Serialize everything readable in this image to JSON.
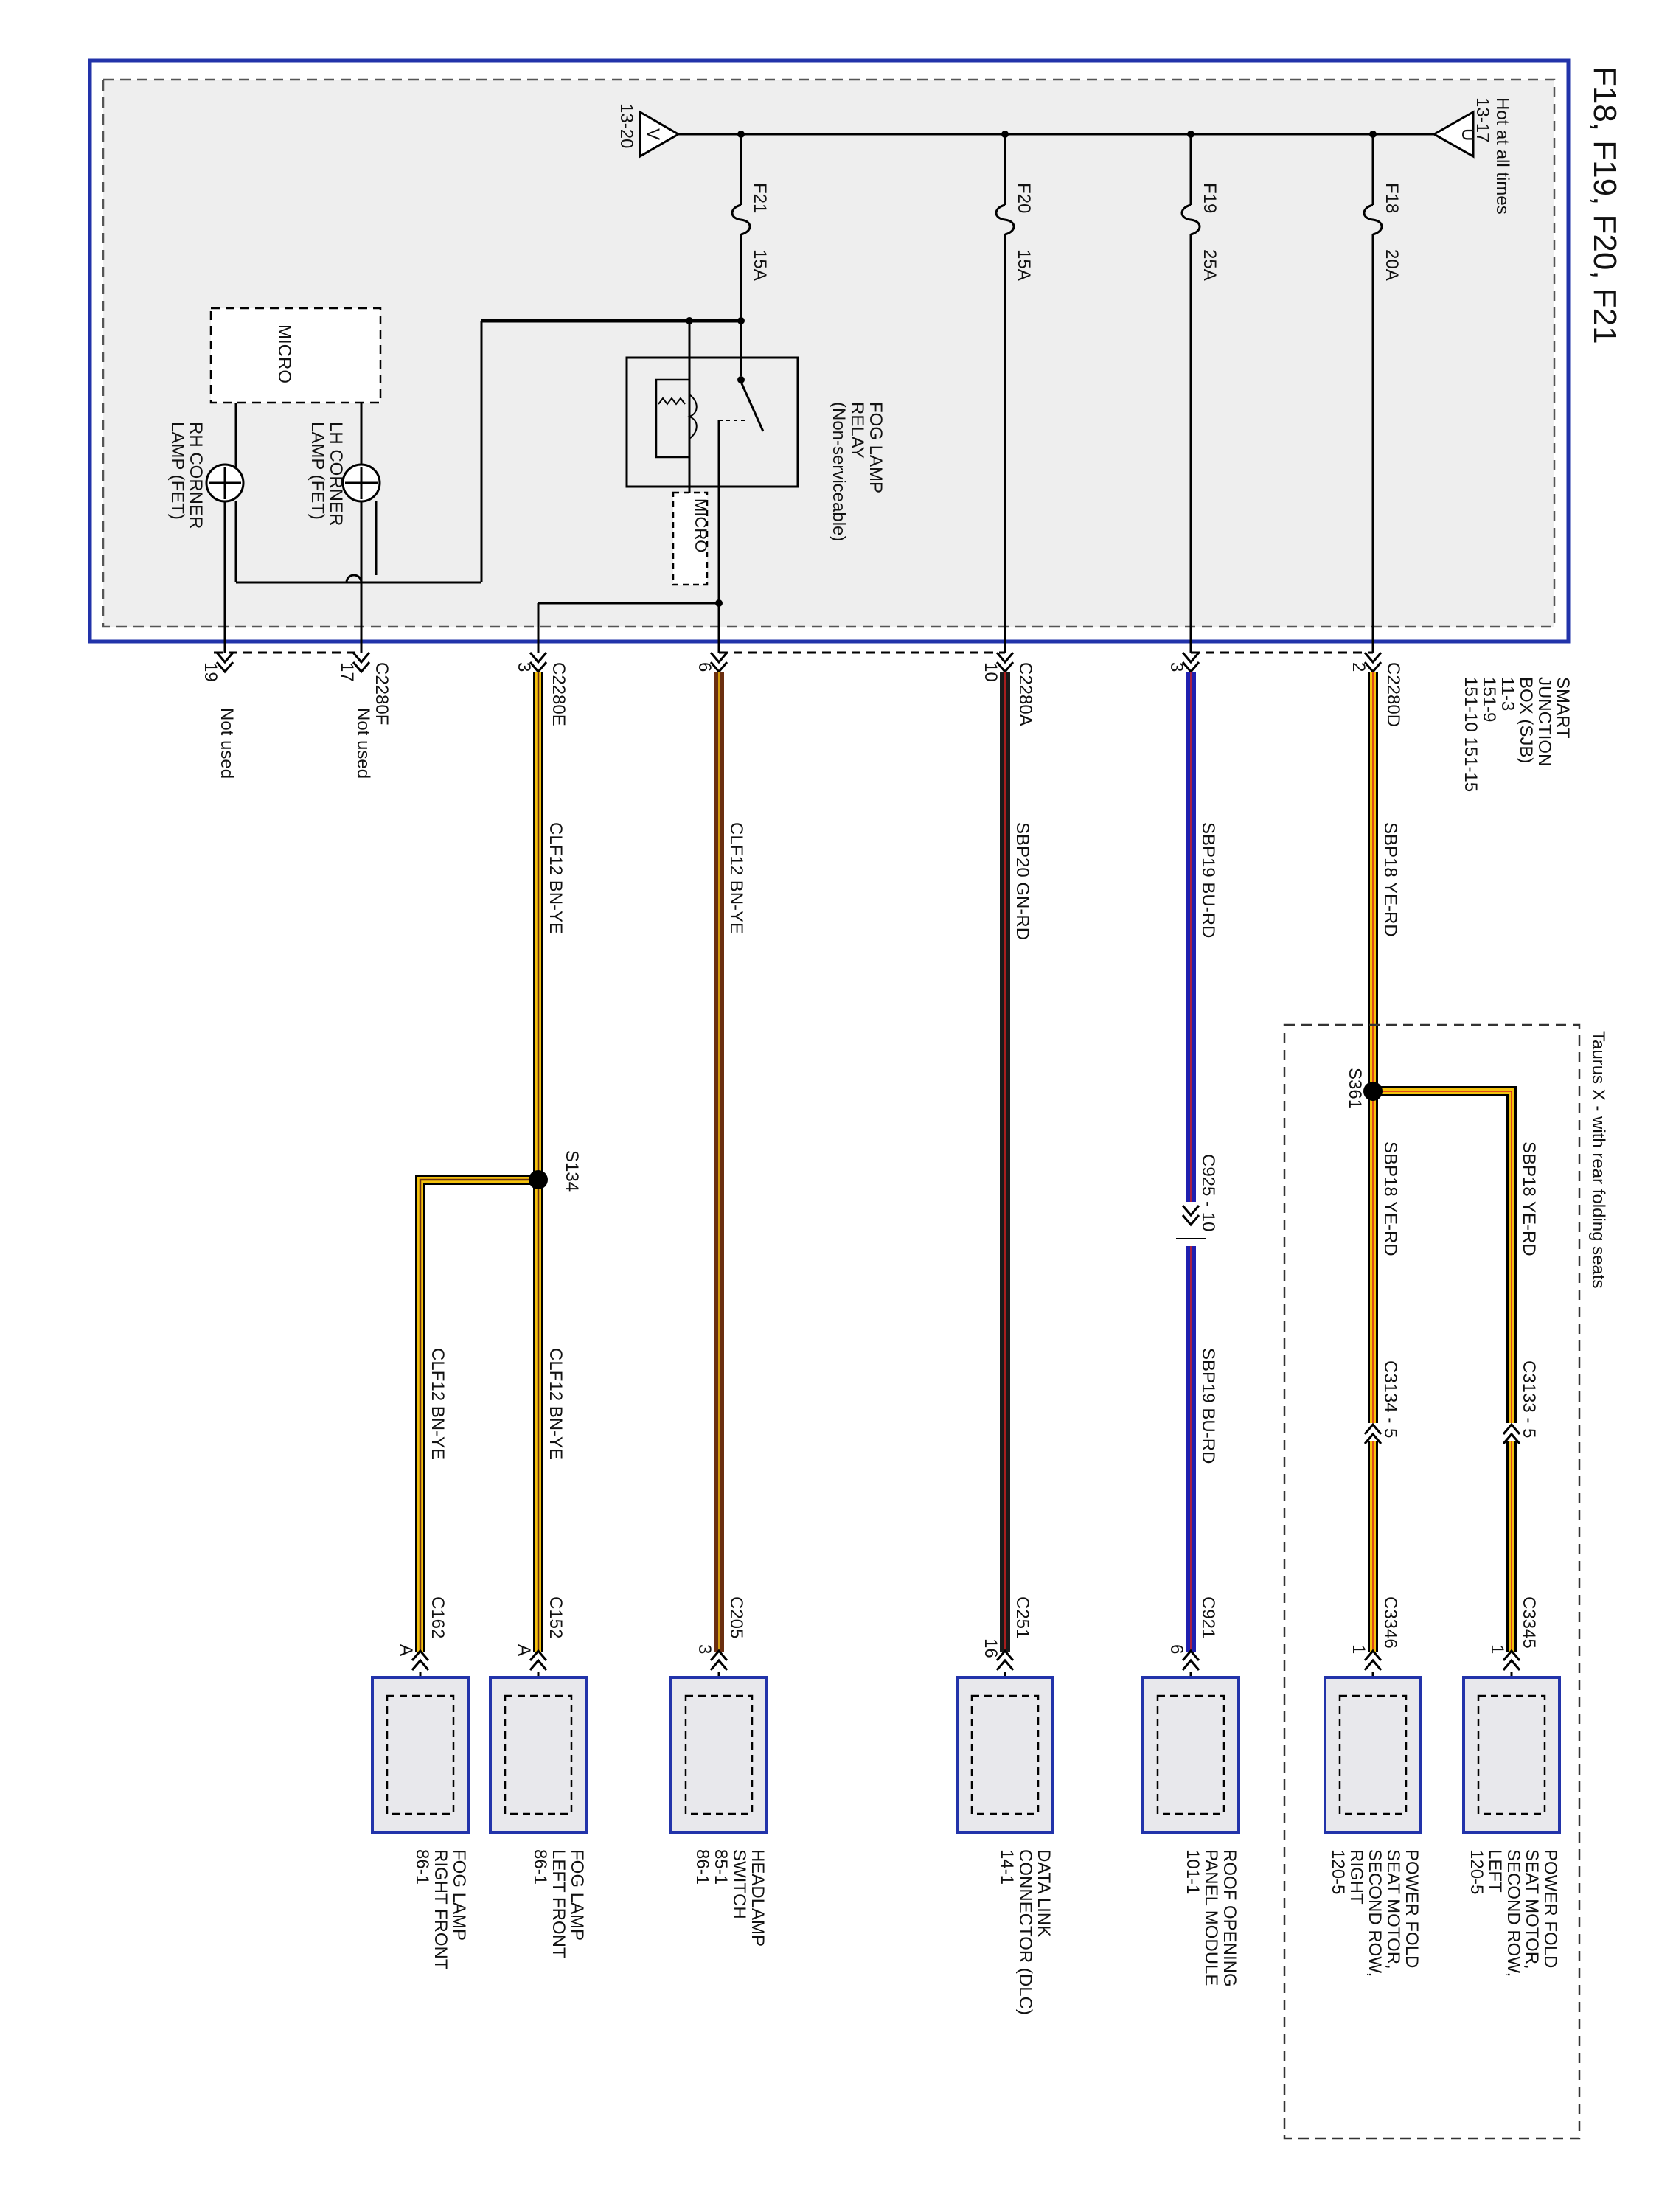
{
  "title": "F18, F19, F20, F21",
  "hot_at_all_times": "Hot at all times",
  "hot_ref": "13-17",
  "hot_letter": "U",
  "v_ref": "13-20",
  "v_letter": "V",
  "fuses": [
    {
      "name": "F18",
      "amps": "20A"
    },
    {
      "name": "F19",
      "amps": "25A"
    },
    {
      "name": "F20",
      "amps": "15A"
    },
    {
      "name": "F21",
      "amps": "15A"
    }
  ],
  "relay": {
    "line1": "FOG LAMP",
    "line2": "RELAY",
    "line3": "(Non-serviceable)"
  },
  "micro_label": "MICRO",
  "lh_corner": {
    "line1": "LH CORNER",
    "line2": "LAMP (FET)"
  },
  "rh_corner": {
    "line1": "RH CORNER",
    "line2": "LAMP (FET)"
  },
  "sjb": {
    "line1": "SMART",
    "line2": "JUNCTION",
    "line3": "BOX (SJB)",
    "line4": "11-3",
    "line5": "151-9",
    "line6": "151-10   151-15"
  },
  "connectors": {
    "c2280d": "C2280D",
    "c2280a": "C2280A",
    "c2280e": "C2280E",
    "c2280f": "C2280F",
    "pin_2": "2",
    "pin_3a": "3",
    "pin_10": "10",
    "pin_6": "6",
    "pin_3e": "3",
    "pin_17": "17",
    "pin_19": "19",
    "not_used": "Not used"
  },
  "wires": {
    "sbp18": "SBP18   YE-RD",
    "sbp19": "SBP19   BU-RD",
    "sbp20": "SBP20   GN-RD",
    "clf12": "CLF12   BN-YE"
  },
  "taurus_note": "Taurus X - with rear folding seats",
  "splices": {
    "s361": "S361",
    "s134": "S134"
  },
  "inline": {
    "c925": "C925  - 10",
    "c3133": "C3133  - 5",
    "c3134": "C3134  - 5"
  },
  "wire_colors": {
    "ye_rd": "#f4c20d",
    "bu_rd": "#1f1fb0",
    "gn_rd": "#1a1a1a",
    "bn_ye": "#6b2e10",
    "accent": "#d62020",
    "box_blue": "#2233aa",
    "component_fill": "#e8e8ec"
  },
  "components": [
    {
      "conn": "C3345",
      "pin": "1",
      "line1": "POWER FOLD",
      "line2": "SEAT MOTOR,",
      "line3": "SECOND ROW,",
      "line4": "LEFT",
      "line5": "120-5"
    },
    {
      "conn": "C3346",
      "pin": "1",
      "line1": "POWER FOLD",
      "line2": "SEAT MOTOR,",
      "line3": "SECOND ROW,",
      "line4": "RIGHT",
      "line5": "120-5"
    },
    {
      "conn": "C921",
      "pin": "6",
      "line1": "ROOF OPENING",
      "line2": "PANEL MODULE",
      "line3": "101-1",
      "line4": "",
      "line5": ""
    },
    {
      "conn": "C251",
      "pin": "16",
      "line1": "DATA LINK",
      "line2": "CONNECTOR (DLC)",
      "line3": "14-1",
      "line4": "",
      "line5": ""
    },
    {
      "conn": "C205",
      "pin": "3",
      "line1": "HEADLAMP",
      "line2": "SWITCH",
      "line3": "85-1",
      "line4": "86-1",
      "line5": ""
    },
    {
      "conn": "C152",
      "pin": "A",
      "line1": "FOG LAMP",
      "line2": "LEFT FRONT",
      "line3": "86-1",
      "line4": "",
      "line5": ""
    },
    {
      "conn": "C162",
      "pin": "A",
      "line1": "FOG LAMP",
      "line2": "RIGHT FRONT",
      "line3": "86-1",
      "line4": "",
      "line5": ""
    }
  ]
}
